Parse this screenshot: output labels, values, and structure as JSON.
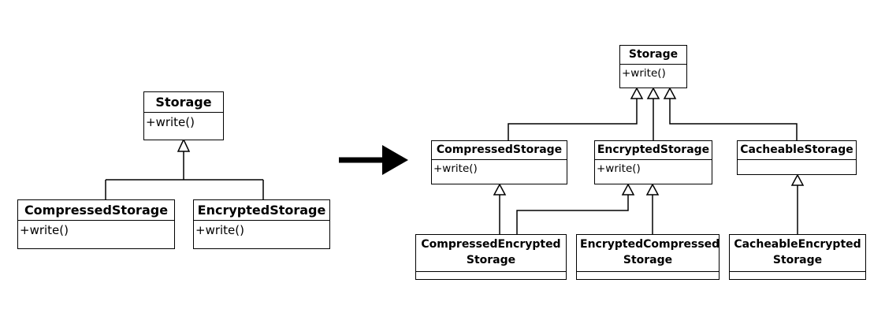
{
  "left_diagram": {
    "storage": {
      "name": "Storage",
      "op": "+write()"
    },
    "compressed": {
      "name": "CompressedStorage",
      "op": "+write()"
    },
    "encrypted": {
      "name": "EncryptedStorage",
      "op": "+write()"
    }
  },
  "right_diagram": {
    "storage": {
      "name": "Storage",
      "op": "+write()"
    },
    "compressed": {
      "name": "CompressedStorage",
      "op": "+write()"
    },
    "encrypted": {
      "name": "EncryptedStorage",
      "op": "+write()"
    },
    "cacheable": {
      "name": "CacheableStorage"
    },
    "compressed_encrypted": {
      "name_line1": "CompressedEncrypted",
      "name_line2": "Storage"
    },
    "encrypted_compressed": {
      "name_line1": "EncryptedCompressed",
      "name_line2": "Storage"
    },
    "cacheable_encrypted": {
      "name_line1": "CacheableEncrypted",
      "name_line2": "Storage"
    }
  }
}
